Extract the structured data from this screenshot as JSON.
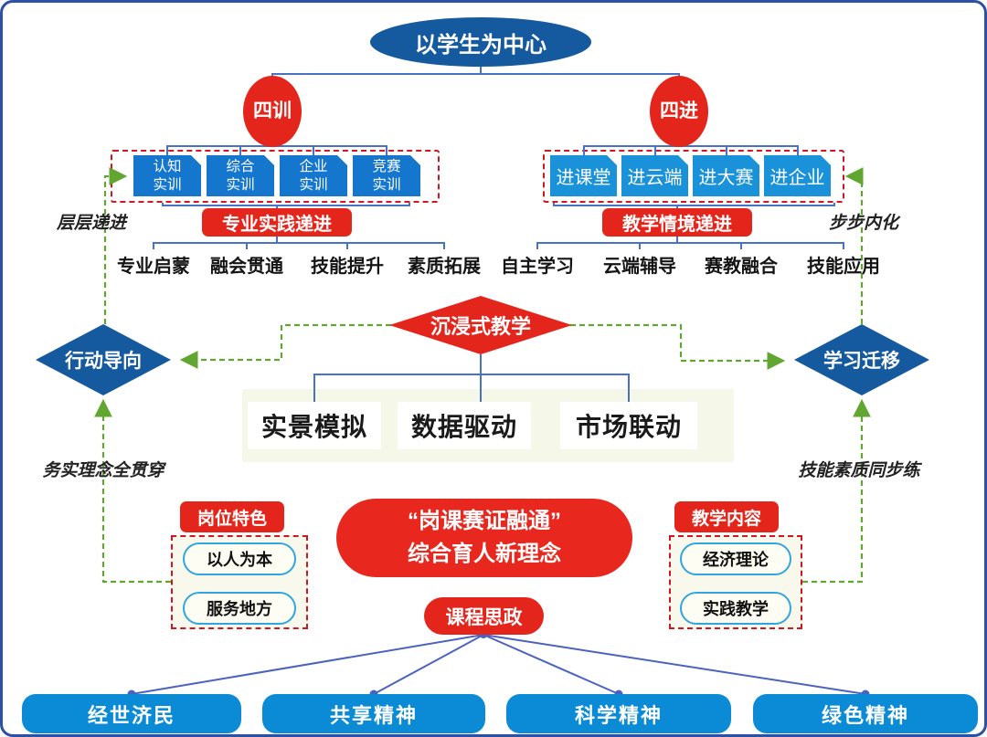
{
  "palette": {
    "dark_blue": "#15599e",
    "left_box_blue": "#1477cd",
    "right_box_blue": "#1a92da",
    "bar_blue": "#0b8bd6",
    "red": "#e3251c",
    "dashed_red": "#cf1622",
    "line_blue": "#4673c5",
    "fan_blue": "#4a63c0",
    "green": "#61a631",
    "cream": "#f5f7e8",
    "pill_border": "#2fa6de"
  },
  "top": {
    "title": "以学生为中心"
  },
  "left": {
    "badge": "四训",
    "train_boxes": [
      {
        "l1": "认知",
        "l2": "实训"
      },
      {
        "l1": "综合",
        "l2": "实训"
      },
      {
        "l1": "企业",
        "l2": "实训"
      },
      {
        "l1": "竞赛",
        "l2": "实训"
      }
    ],
    "stage_badge": "专业实践递进",
    "stages": [
      "专业启蒙",
      "融会贯通",
      "技能提升",
      "素质拓展"
    ],
    "side_note": "层层递进",
    "diamond": "行动导向",
    "bottom_note": "务实理念全贯穿",
    "feature_badge": "岗位特色",
    "feature_items": [
      "以人为本",
      "服务地方"
    ]
  },
  "right": {
    "badge": "四进",
    "enter_boxes": [
      "进课堂",
      "进云端",
      "进大赛",
      "进企业"
    ],
    "stage_badge": "教学情境递进",
    "stages": [
      "自主学习",
      "云端辅导",
      "赛教融合",
      "技能应用"
    ],
    "side_note": "步步内化",
    "diamond": "学习迁移",
    "bottom_note": "技能素质同步练",
    "content_badge": "教学内容",
    "content_items": [
      "经济理论",
      "实践教学"
    ]
  },
  "center": {
    "diamond": "沉浸式教学",
    "methods": [
      "实景模拟",
      "数据驱动",
      "市场联动"
    ],
    "concept_line1": "“岗课赛证融通”",
    "concept_line2": "综合育人新理念",
    "ideology": "课程思政"
  },
  "bottom": {
    "spirits": [
      "经世济民",
      "共享精神",
      "科学精神",
      "绿色精神"
    ]
  }
}
